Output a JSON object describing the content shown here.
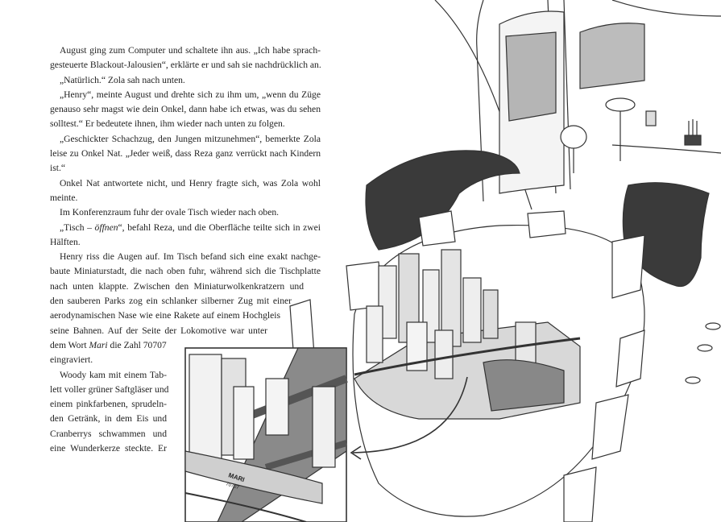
{
  "text_lines": [
    "August ging zum Computer und schaltete ihn aus. „Ich habe sprach-",
    "gesteuerte Blackout-Jalousien“, erklärte er und sah sie nachdrücklich an.",
    "„Natürlich.“ Zola sah nach unten.",
    "„Henry“, meinte August und drehte sich zu ihm um, „wenn du Züge",
    "genauso sehr magst wie dein Onkel, dann habe ich etwas, was du sehen",
    "solltest.“ Er bedeutete ihnen, ihm wieder nach unten zu folgen.",
    "„Geschickter Schachzug, den Jungen mitzunehmen“, bemerkte Zola",
    "leise zu Onkel Nat. „Jeder weiß, dass Reza ganz verrückt nach Kindern",
    "ist.“",
    "Onkel Nat antwortete nicht, und Henry fragte sich, was Zola wohl",
    "meinte.",
    "Im Konferenzraum fuhr der ovale Tisch wieder nach oben.",
    "„Tisch – ",
    "öffnen",
    "“, befahl Reza, und die Oberfläche teilte sich in zwei",
    "Hälften.",
    "Henry riss die Augen auf. Im Tisch befand sich eine exakt nachge-",
    "baute Miniaturstadt, die nach oben fuhr, während sich die Tischplatte",
    "nach unten klappte. Zwischen den Miniaturwolkenkratzern und",
    "den sauberen Parks zog ein schlanker silberner Zug mit einer",
    "aerodynamischen Nase wie eine Rakete auf einem Hochgleis",
    "seine Bahnen. Auf der Seite der Lokomotive war unter",
    "dem Wort ",
    "Mari",
    " die Zahl 70707",
    "eingraviert.",
    "Woody kam mit einem Tab-",
    "lett voller grüner Saftgläser und",
    "einem pinkfarbenen, sprudeln-",
    "den Getränk, in dem Eis und",
    "Cranberrys schwammen und",
    "eine Wunderkerze steckte. Er"
  ],
  "illustration": {
    "train_label": "MARI",
    "train_number": "70707"
  },
  "colors": {
    "ink": "#222222",
    "dark_upholstery": "#3a3a3a",
    "gray_fill": "#8a8a8a"
  }
}
